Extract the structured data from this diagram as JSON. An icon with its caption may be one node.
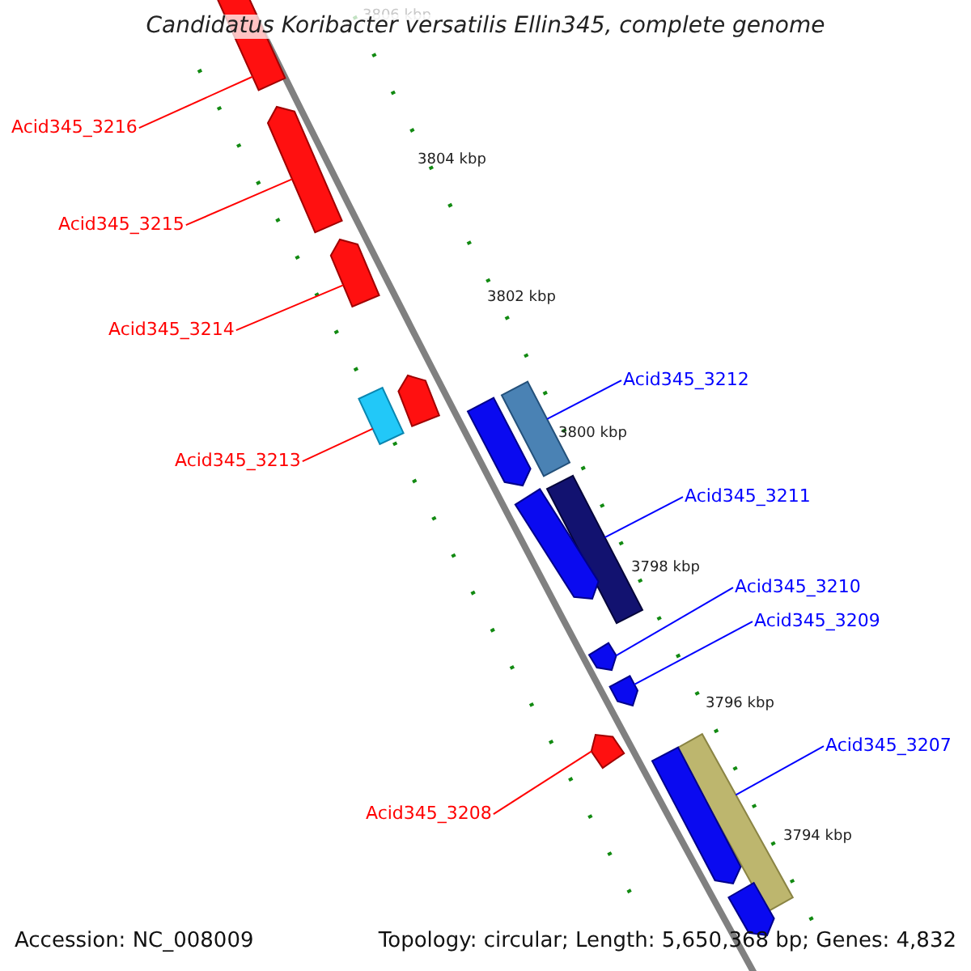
{
  "diagram": {
    "title": "Candidatus Koribacter versatilis Ellin345, complete genome",
    "nodes": [
      {
        "text": [
          "Acid345_3216"
        ]
      },
      {
        "text": [
          "Acid345_3215"
        ]
      },
      {
        "text": [
          "Acid345_3214"
        ]
      },
      {
        "text": [
          "Acid345_3212"
        ]
      },
      {
        "text": [
          "Acid345_3213"
        ]
      },
      {
        "text": [
          "Acid345_3211"
        ]
      },
      {
        "text": [
          "Acid345_3210"
        ]
      },
      {
        "text": [
          "Acid345_3209"
        ]
      },
      {
        "text": [
          "Acid345_3207"
        ]
      },
      {
        "text": [
          "Acid345_3208"
        ]
      },
      {
        "text": [],
        "shape": "pentagon"
      },
      {
        "text": [],
        "shape": "pentagon"
      },
      {
        "text": [],
        "shape": "pentagon"
      },
      {
        "text": [],
        "shape": "bar"
      },
      {
        "text": [],
        "shape": "bar"
      },
      {
        "text": [],
        "shape": "bar"
      },
      {
        "text": [],
        "shape": "pentagon"
      },
      {
        "text": [],
        "shape": "pentagon"
      },
      {
        "text": [],
        "shape": "bar"
      },
      {
        "text": [],
        "shape": "pentagon"
      },
      {
        "text": [],
        "shape": "pentagon"
      },
      {
        "text": [],
        "shape": "pentagon"
      },
      {
        "text": [],
        "shape": "pentagon"
      },
      {
        "text": [],
        "shape": "pentagon"
      },
      {
        "text": [],
        "shape": "pentagon"
      }
    ],
    "edges": [
      {
        "from": 0,
        "to": 10,
        "arrow": "none",
        "color": "#ff0000"
      },
      {
        "from": 1,
        "to": 11,
        "arrow": "none",
        "color": "#ff0000"
      },
      {
        "from": 2,
        "to": 12,
        "arrow": "none",
        "color": "#ff0000"
      },
      {
        "from": 3,
        "to": 13,
        "arrow": "none",
        "color": "#0000ff"
      },
      {
        "from": 4,
        "to": 14,
        "arrow": "none",
        "color": "#ff0000"
      },
      {
        "from": 5,
        "to": 15,
        "arrow": "none",
        "color": "#0000ff"
      },
      {
        "from": 6,
        "to": 16,
        "arrow": "none",
        "color": "#0000ff"
      },
      {
        "from": 7,
        "to": 17,
        "arrow": "none",
        "color": "#0000ff"
      },
      {
        "from": 8,
        "to": 18,
        "arrow": "none",
        "color": "#0000ff"
      },
      {
        "from": 9,
        "to": 19,
        "arrow": "none",
        "color": "#ff0000"
      }
    ],
    "labels": [
      "3806 kbp",
      "3804 kbp",
      "3802 kbp",
      "3800 kbp",
      "3798 kbp",
      "3796 kbp",
      "3794 kbp",
      "Accession: NC_008009",
      "Topology: circular; Length: 5,650,368 bp; Genes: 4,832"
    ]
  }
}
